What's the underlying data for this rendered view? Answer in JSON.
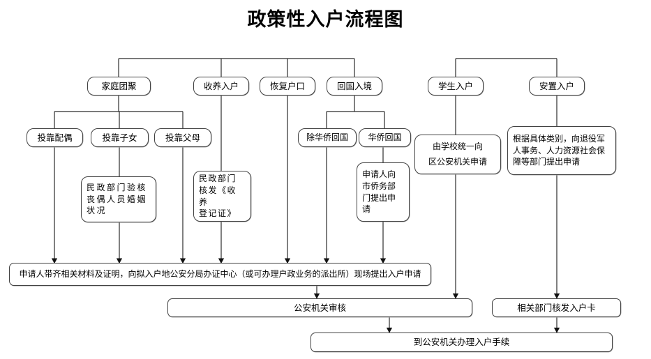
{
  "title": "政策性入户流程图",
  "nodes": {
    "family_reunion": {
      "label": "家庭团聚"
    },
    "adoption": {
      "label": "收养入户"
    },
    "restore_hukou": {
      "label": "恢复户口"
    },
    "return_entry": {
      "label": "回国入境"
    },
    "student": {
      "label": "学生入户"
    },
    "resettlement": {
      "label": "安置入户"
    },
    "join_spouse": {
      "label": "投靠配偶"
    },
    "join_children": {
      "label": "投靠子女"
    },
    "join_parents": {
      "label": "投靠父母"
    },
    "non_overseas_return": {
      "label": "除华侨回国"
    },
    "overseas_return": {
      "label": "华侨回国"
    },
    "civil_verify_widowed": {
      "label": "民政部门验核\n丧偶人员婚姻\n状况"
    },
    "civil_issue_adoption": {
      "label": "民政部门\n核发《收养\n登记证》"
    },
    "apply_overseas_office": {
      "label": "申请人向\n市侨务部\n门提出申\n请"
    },
    "school_apply": {
      "label": "由学校统一向\n区公安机关申请"
    },
    "veteran_apply": {
      "label": "根据具体类别，向退役军\n人事务、人力资源社会保\n障等部门提出申请"
    },
    "onsite_apply": {
      "label": "申请人带齐相关材料及证明，向拟入户地公安分局办证中心（或可办理户政业务的派出所）现场提出入户申请"
    },
    "police_review": {
      "label": "公安机关审核"
    },
    "issue_hukou_card": {
      "label": "相关部门核发入户卡"
    },
    "complete_procedure": {
      "label": "到公安机关办理入户手续"
    }
  },
  "colors": {
    "line": "#2b2b2b",
    "border": "#424242",
    "background": "#ffffff"
  }
}
